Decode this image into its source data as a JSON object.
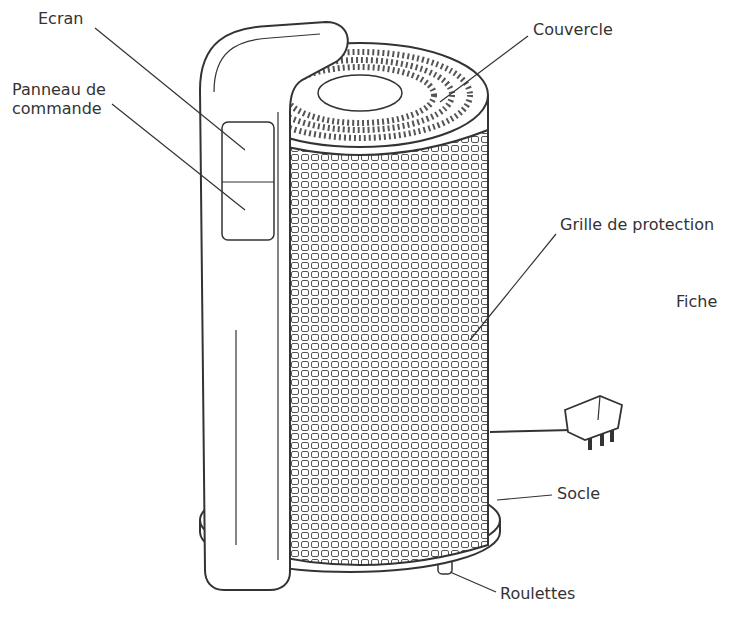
{
  "diagram": {
    "labels": [
      "Ecran",
      "Panneau de commande",
      "Couvercle",
      "Grille de protection",
      "Fiche",
      "Socle",
      "Roulettes"
    ]
  }
}
